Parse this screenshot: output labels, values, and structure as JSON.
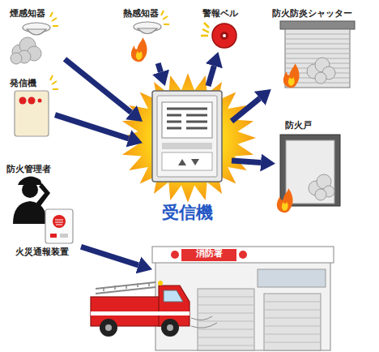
{
  "diagram": {
    "nodes": [
      {
        "text": [
          "煙感知器"
        ]
      },
      {
        "text": [
          "熱感知器"
        ]
      },
      {
        "text": [
          "警報ベル"
        ]
      },
      {
        "text": [
          "防火防炎シャッター"
        ]
      },
      {
        "text": [
          "発信機"
        ]
      },
      {
        "text": [
          "受信機"
        ]
      },
      {
        "text": [
          "防火戸"
        ]
      },
      {
        "text": [
          "防火管理者"
        ]
      },
      {
        "text": [
          "火災通報装置"
        ]
      },
      {
        "text": [
          "消防署"
        ]
      }
    ],
    "edges": [
      {
        "from": 0,
        "to": 5,
        "arrow": "to"
      },
      {
        "from": 1,
        "to": 5,
        "arrow": "to"
      },
      {
        "from": 4,
        "to": 5,
        "arrow": "to"
      },
      {
        "from": 5,
        "to": 2,
        "arrow": "to"
      },
      {
        "from": 5,
        "to": 3,
        "arrow": "to"
      },
      {
        "from": 5,
        "to": 6,
        "arrow": "to"
      },
      {
        "from": 8,
        "to": 9,
        "arrow": "to"
      }
    ]
  }
}
